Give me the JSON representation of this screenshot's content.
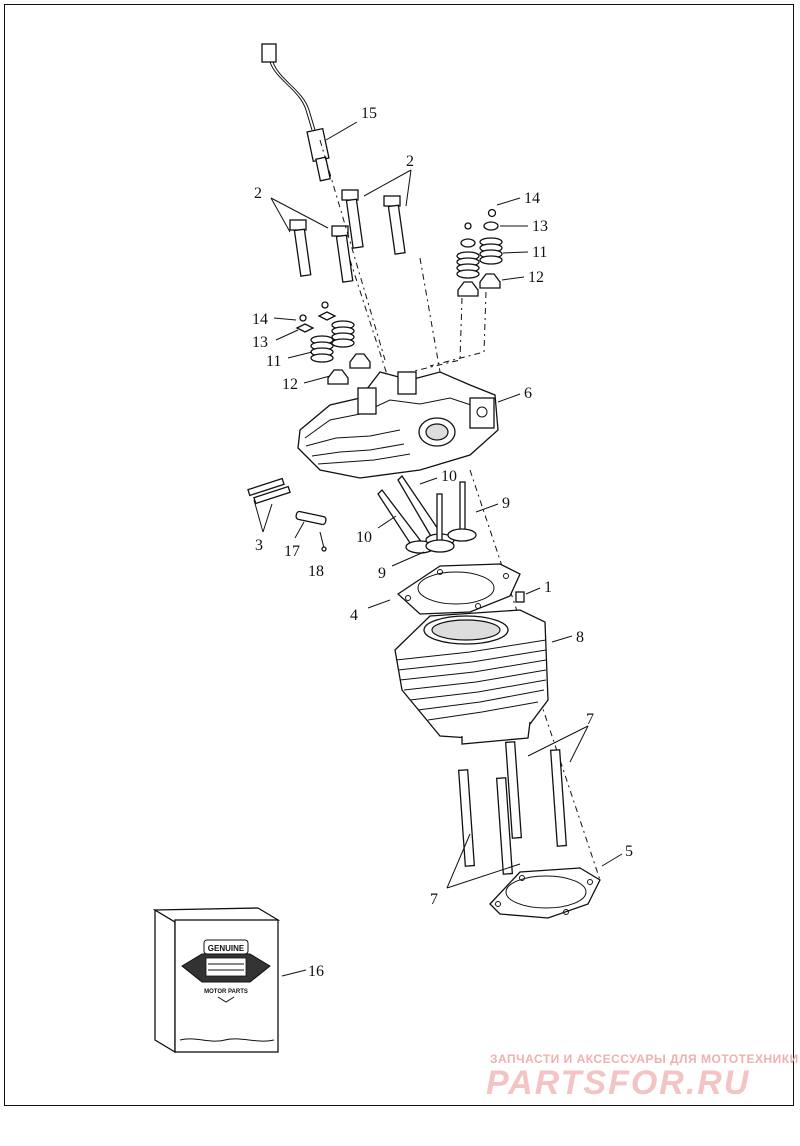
{
  "callouts": {
    "c1": "1",
    "c2a": "2",
    "c2b": "2",
    "c3": "3",
    "c4": "4",
    "c5": "5",
    "c6": "6",
    "c7a": "7",
    "c7b": "7",
    "c8": "8",
    "c9a": "9",
    "c9b": "9",
    "c10a": "10",
    "c10b": "10",
    "c11a": "11",
    "c11b": "11",
    "c12a": "12",
    "c12b": "12",
    "c13a": "13",
    "c13b": "13",
    "c14a": "14",
    "c14b": "14",
    "c15": "15",
    "c16": "16",
    "c17": "17",
    "c18": "18"
  },
  "logo": {
    "line1": "GENUINE",
    "line2": "MOTOR PARTS"
  },
  "watermark": {
    "tagline": "ЗАПЧАСТИ И АКСЕССУАРЫ ДЛЯ МОТОТЕХНИКИ",
    "site": "PARTSFOR.RU"
  },
  "colors": {
    "line": "#111111",
    "watermark": "#f4c4c4"
  }
}
